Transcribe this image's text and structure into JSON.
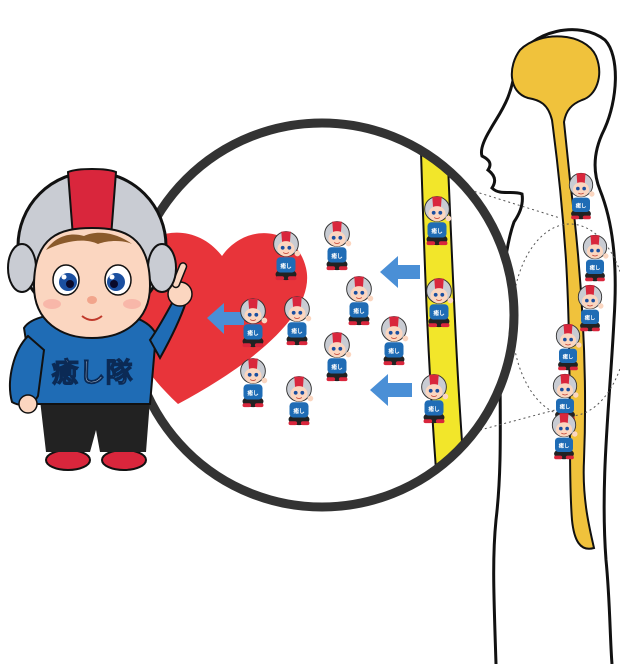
{
  "mascot": {
    "shirt_text": "癒し隊"
  },
  "colors": {
    "heart": "#e8343a",
    "helmet_red": "#d9263c",
    "helmet_silver": "#c9ccd3",
    "shirt_blue": "#1f6cb5",
    "spine_yellow": "#f2e62a",
    "nerve_gold": "#f0c23c",
    "arrow_blue": "#4a8fd6",
    "outline": "#111111"
  },
  "icons": [
    "heart-icon",
    "arrow-left-icon",
    "magnifier-circle-icon",
    "mascot-figure",
    "silhouette-body"
  ]
}
